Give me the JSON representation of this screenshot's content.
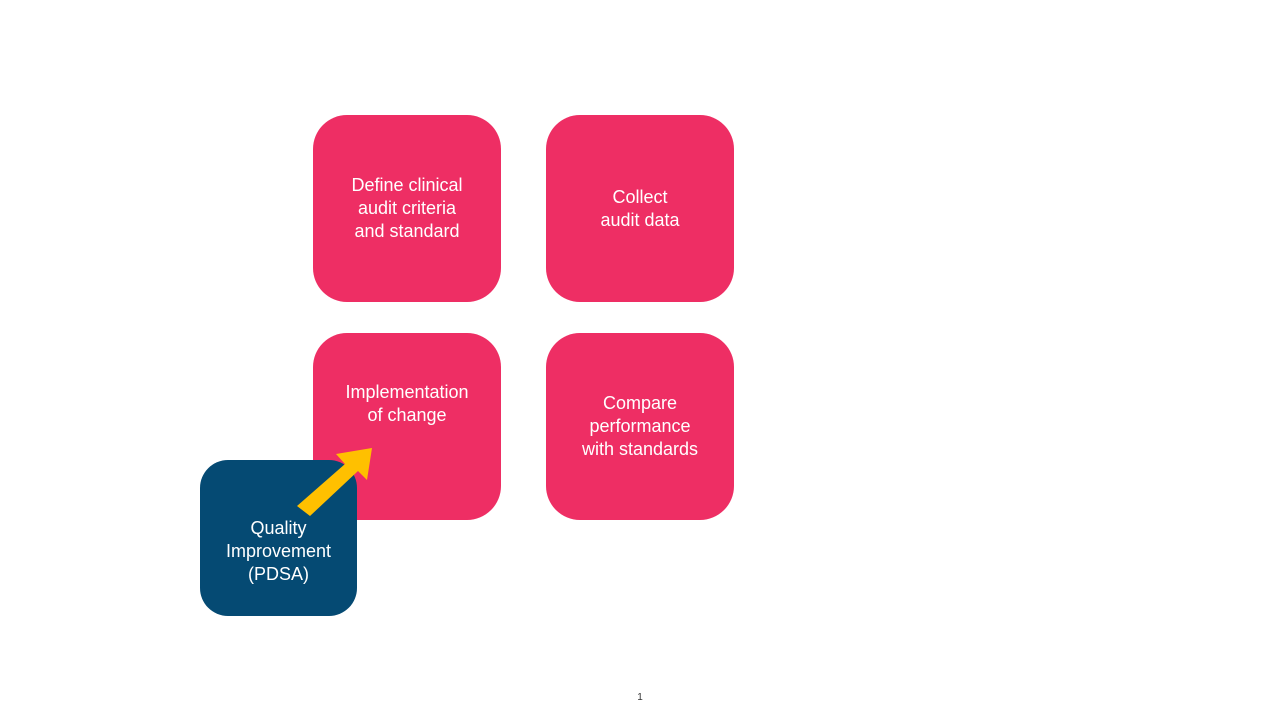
{
  "diagram": {
    "boxes": {
      "define": "Define clinical\naudit criteria\nand standard",
      "collect": "Collect\naudit data",
      "implement": "Implementation\nof change",
      "compare": "Compare\nperformance\nwith standards",
      "quality": "Quality\nImprovement\n(PDSA)"
    },
    "colors": {
      "step_box": "#ee2e64",
      "quality_box": "#054a73",
      "arrow": "#ffc000",
      "text": "#ffffff"
    }
  },
  "footer": {
    "page_number": "1"
  }
}
